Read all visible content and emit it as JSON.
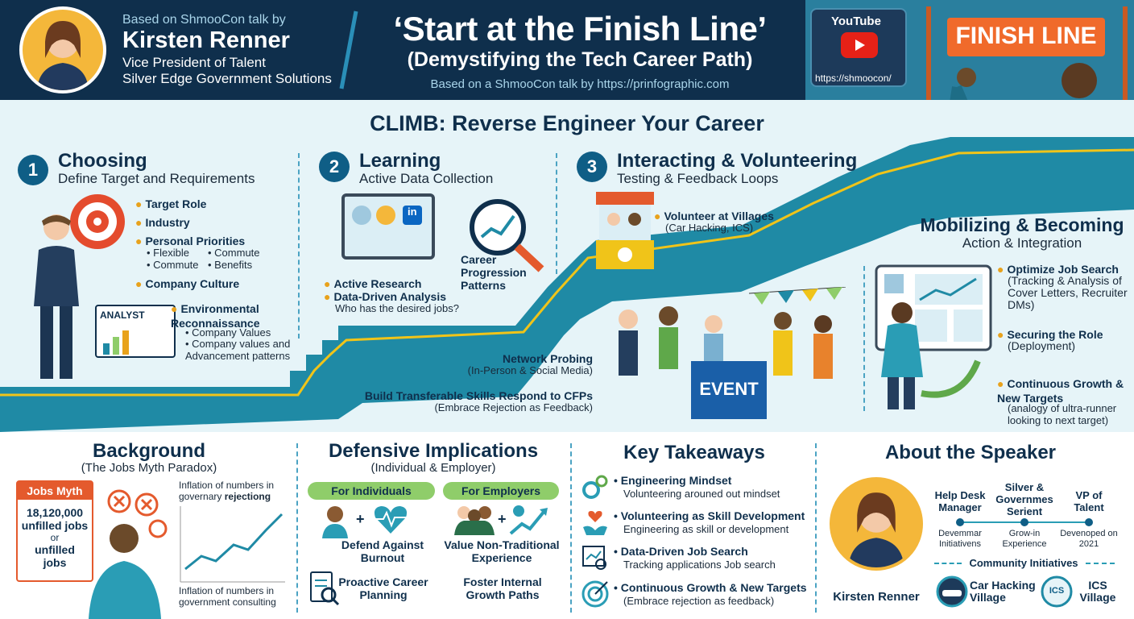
{
  "header": {
    "based_on": "Based on ShmooCon talk by",
    "speaker_name": "Kirsten Renner",
    "speaker_role": "Vice President of Talent",
    "speaker_org": "Silver Edge Government Solutions",
    "title": "‘Start at the Finish Line’",
    "subtitle": "(Demystifying the Tech Career Path)",
    "caption": "Based on a ShmooCon talk by https://prinfographic.com",
    "youtube_label": "YouTube",
    "youtube_url": "https://shmoocon/",
    "finish_line": "FINISH LINE"
  },
  "climb_title": "CLIMB: Reverse Engineer Your Career",
  "steps": [
    {
      "num": "1",
      "title": "Choosing",
      "subtitle": "Define Target and Requirements",
      "bullets": [
        "Target Role",
        "Industry",
        "Personal Priorities"
      ],
      "priorities_left": [
        "Flexible",
        "Commute"
      ],
      "priorities_right": [
        "Commute",
        "Benefits"
      ],
      "culture": "Company Culture",
      "analyst_label": "ANALYST",
      "recon_title": "Environmental Reconnaissance",
      "recon_items": [
        "Company Values",
        "Company values and Advancement patterns"
      ]
    },
    {
      "num": "2",
      "title": "Learning",
      "subtitle": "Active Data Collection",
      "in_label": "in",
      "career_title": "Career Progression Patterns",
      "b1": "Active Research",
      "b2": "Data-Driven Analysis",
      "b2_sub": "Who has the desired jobs?"
    },
    {
      "num": "3",
      "title": "Interacting & Volunteering",
      "subtitle": "Testing & Feedback Loops",
      "volunteer_title": "Volunteer at Villages",
      "volunteer_sub": "(Car Hacking, ICS)",
      "network_title": "Network Probing",
      "network_sub": "(In-Person & Social Media)",
      "skills_title": "Build Transferable Skills Respond to CFPs",
      "skills_sub": "(Embrace Rejection as Feedback)",
      "event_label": "EVENT"
    },
    {
      "title": "Mobilizing & Becoming",
      "subtitle": "Action & Integration",
      "items": [
        {
          "t": "Optimize Job Search",
          "s": "(Tracking & Analysis of Cover Letters, Recruiter DMs)"
        },
        {
          "t": "Securing the Role",
          "s": "(Deployment)"
        },
        {
          "t": "Continuous Growth & New Targets",
          "s": "(analogy of ultra-runner looking to next target)"
        }
      ]
    }
  ],
  "background": {
    "title": "Background",
    "subtitle": "(The Jobs Myth Paradox)",
    "myth_label": "Jobs Myth",
    "myth_lines": [
      "18,120,000",
      "unfilled jobs",
      "or",
      "unfilled",
      "jobs"
    ],
    "chart_top_a": "Inflation of numbers in",
    "chart_top_b": "governary",
    "chart_top_c": "rejectiong",
    "chart_bottom": "Inflation of numbers in government consulting"
  },
  "defensive": {
    "title": "Defensive Implications",
    "subtitle": "(Individual & Employer)",
    "ind_label": "For Individuals",
    "emp_label": "For Employers",
    "ind_1": "Defend Against Burnout",
    "ind_2": "Proactive Career Planning",
    "emp_1": "Value Non-Traditional Experience",
    "emp_2": "Foster Internal Growth Paths",
    "plus": "+"
  },
  "takeaways": {
    "title": "Key Takeaways",
    "items": [
      {
        "t": "Engineering Mindset",
        "s": "Volunteering arouned out mindset"
      },
      {
        "t": "Volunteering as Skill Development",
        "s": "Engineering as skill or development"
      },
      {
        "t": "Data-Driven Job Search",
        "s": "Tracking applications Job search"
      },
      {
        "t": "Continuous Growth & New Targets",
        "s": "(Embrace rejection as feedback)"
      }
    ]
  },
  "about": {
    "title": "About the Speaker",
    "name": "Kirsten Renner",
    "stages": [
      {
        "t": "Help Desk Manager",
        "s": "Devemmar Initiativens"
      },
      {
        "t": "Silver & Governmes Serient",
        "s": "Grow-in Experience"
      },
      {
        "t": "VP of Talent",
        "s": "Devenoped on 2021"
      }
    ],
    "community": "Community Initiatives",
    "village1": "Car Hacking Village",
    "village2": "ICS Village",
    "ics_badge": "ICS"
  },
  "colors": {
    "navy": "#0f2f4c",
    "teal": "#0f5e86",
    "accent": "#e8a21c",
    "green": "#8fcd6a",
    "finish": "#f06a2b"
  }
}
